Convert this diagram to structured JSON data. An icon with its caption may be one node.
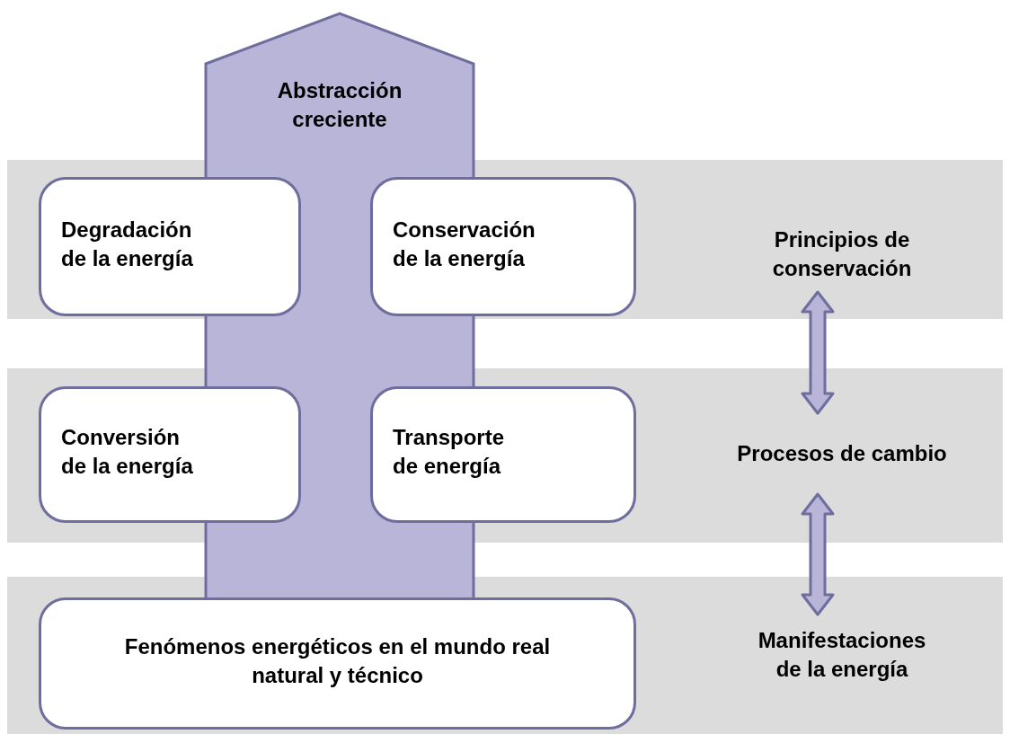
{
  "diagram": {
    "nodes": [
      {
        "text": [
          "Abstracción creciente"
        ]
      },
      {
        "text": [],
        "shape": "band"
      },
      {
        "text": [
          "Degradación de la energía"
        ],
        "in": 1
      },
      {
        "text": [
          "Conservación de la energía"
        ],
        "in": 1
      },
      {
        "text": [
          "Principios de conservación"
        ],
        "in": 1
      },
      {
        "text": [],
        "shape": "band"
      },
      {
        "text": [
          "Conversión de la energía"
        ],
        "in": 5
      },
      {
        "text": [
          "Transporte de energía"
        ],
        "in": 5
      },
      {
        "text": [
          "Procesos de cambio"
        ],
        "in": 5
      },
      {
        "text": [],
        "shape": "band"
      },
      {
        "text": [
          "Fenómenos energéticos en el mundo real natural y técnico"
        ],
        "in": 9
      },
      {
        "text": [
          "Manifestaciones de la energía"
        ],
        "in": 9
      }
    ],
    "edges": [
      {
        "from": 4,
        "to": 8,
        "arrow": "both"
      },
      {
        "from": 8,
        "to": 11,
        "arrow": "both"
      }
    ]
  }
}
